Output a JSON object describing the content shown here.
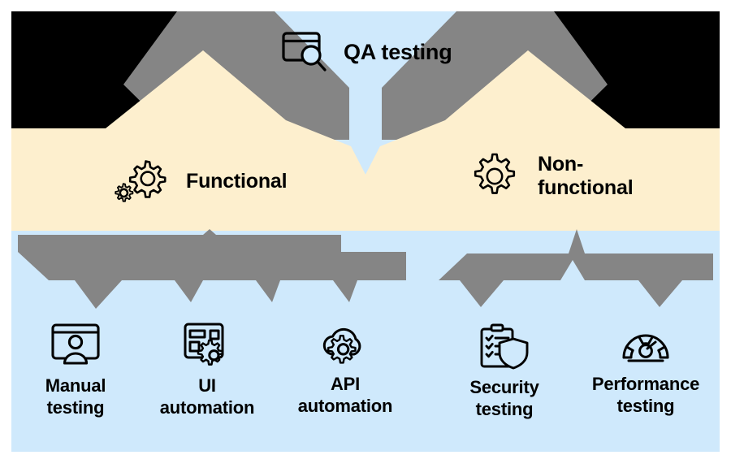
{
  "diagram": {
    "title": "QA testing",
    "colors": {
      "background_panel": "#cfe9fc",
      "branch_band": "#fdefce",
      "connector": "#858585",
      "corner_wedge": "#000000",
      "text": "#000000",
      "page": "#ffffff"
    },
    "root": {
      "label": "QA testing",
      "icon": "browser-window-search-icon"
    },
    "branches": [
      {
        "id": "functional",
        "label": "Functional",
        "icon": "double-gear-icon"
      },
      {
        "id": "non-functional",
        "label": "Non-\nfunctional",
        "icon": "gear-icon"
      }
    ],
    "leaves": [
      {
        "id": "manual-testing",
        "label": "Manual\ntesting",
        "icon": "browser-user-icon",
        "parent": "functional"
      },
      {
        "id": "ui-automation",
        "label": "UI\nautomation",
        "icon": "window-gear-icon",
        "parent": "functional"
      },
      {
        "id": "api-automation",
        "label": "API\nautomation",
        "icon": "cloud-gear-icon",
        "parent": "functional"
      },
      {
        "id": "security-testing",
        "label": "Security\ntesting",
        "icon": "clipboard-shield-icon",
        "parent": "non-functional"
      },
      {
        "id": "performance-testing",
        "label": "Performance\ntesting",
        "icon": "speedometer-icon",
        "parent": "non-functional"
      }
    ]
  }
}
